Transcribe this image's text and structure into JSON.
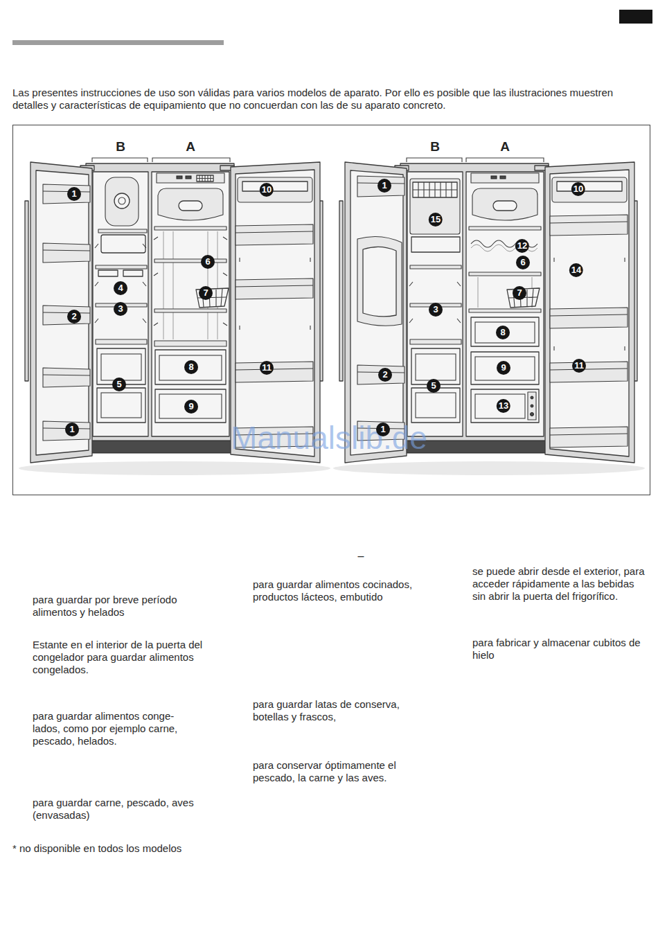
{
  "diagram": {
    "labels": [
      "Las presentes instrucciones de uso son válidas para varios modelos de aparato. Por ello es posible que las ilustraciones muestren detalles y características de equipamiento que no concuerdan con las de su aparato concreto.",
      "B",
      "A",
      "B",
      "A",
      "1",
      "2",
      "1",
      "4",
      "3",
      "5",
      "6",
      "7",
      "8",
      "9",
      "10",
      "11",
      "1",
      "15",
      "12",
      "6",
      "14",
      "7",
      "3",
      "8",
      "2",
      "5",
      "9",
      "11",
      "13",
      "10",
      "1",
      "Manualslib.de",
      "–",
      "para guardar por breve período alimentos y helados",
      "Estante en el interior de la puerta del congelador para guardar alimentos congelados.",
      "para guardar alimentos conge- lados, como por ejemplo carne, pescado, helados.",
      "para guardar carne, pescado, aves (envasadas)",
      "para guardar alimentos cocinados, productos lácteos, embutido",
      "para guardar latas de conserva, botellas y frascos,",
      "para conservar óptimamente el pescado, la carne y las aves.",
      "se puede abrir desde el exterior, para acceder rápidamente a las bebidas sin abrir la puerta del frigorífico.",
      "para fabricar y almacenar cubitos de hielo",
      "* no disponible en todos los modelos"
    ]
  }
}
